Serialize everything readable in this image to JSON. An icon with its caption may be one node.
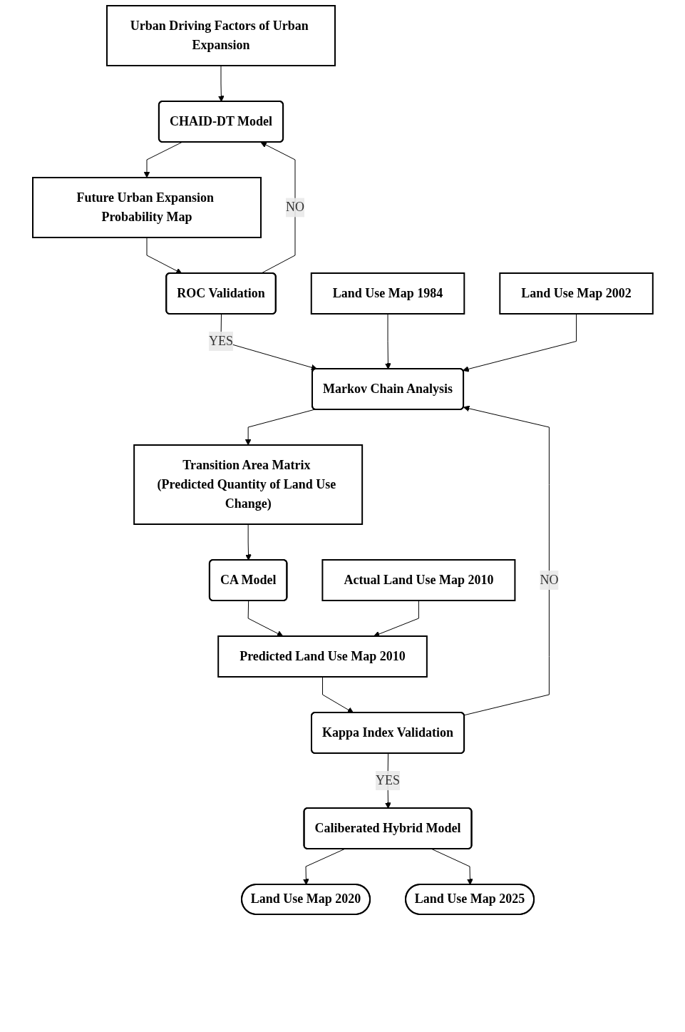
{
  "diagram": {
    "nodes": [
      {
        "text": [
          "Urban Driving Factors of Urban Expansion"
        ]
      },
      {
        "text": [
          "CHAID-DT Model"
        ]
      },
      {
        "text": [
          "Future Urban Expansion Probability Map"
        ]
      },
      {
        "text": [
          "ROC Validation"
        ]
      },
      {
        "text": [
          "Land Use Map 1984"
        ]
      },
      {
        "text": [
          "Land Use Map 2002"
        ]
      },
      {
        "text": [
          "Markov Chain Analysis"
        ]
      },
      {
        "text": [
          "Transition Area Matrix (Predicted Quantity of Land Use Change)"
        ]
      },
      {
        "text": [
          "CA Model"
        ]
      },
      {
        "text": [
          "Actual Land Use Map 2010"
        ]
      },
      {
        "text": [
          "Predicted Land Use Map 2010"
        ]
      },
      {
        "text": [
          "Kappa Index Validation"
        ]
      },
      {
        "text": [
          "Caliberated Hybrid Model"
        ]
      },
      {
        "text": [
          "Land Use Map 2020"
        ]
      },
      {
        "text": [
          "Land Use Map 2025"
        ]
      }
    ],
    "edges": [
      {
        "from": 0,
        "to": 1,
        "arrow": "to"
      },
      {
        "from": 1,
        "to": 2,
        "arrow": "to"
      },
      {
        "from": 2,
        "to": 3,
        "arrow": "to"
      },
      {
        "from": 3,
        "to": 1,
        "arrow": "to",
        "label": "NO"
      },
      {
        "from": 3,
        "to": 6,
        "arrow": "to",
        "label": "YES"
      },
      {
        "from": 4,
        "to": 6,
        "arrow": "to"
      },
      {
        "from": 5,
        "to": 6,
        "arrow": "to"
      },
      {
        "from": 6,
        "to": 7,
        "arrow": "to"
      },
      {
        "from": 7,
        "to": 8,
        "arrow": "to"
      },
      {
        "from": 8,
        "to": 10,
        "arrow": "to"
      },
      {
        "from": 9,
        "to": 10,
        "arrow": "to"
      },
      {
        "from": 10,
        "to": 11,
        "arrow": "to"
      },
      {
        "from": 11,
        "to": 6,
        "arrow": "to",
        "label": "NO"
      },
      {
        "from": 11,
        "to": 12,
        "arrow": "to",
        "label": "YES"
      },
      {
        "from": 12,
        "to": 13,
        "arrow": "to"
      },
      {
        "from": 12,
        "to": 14,
        "arrow": "to"
      }
    ]
  }
}
